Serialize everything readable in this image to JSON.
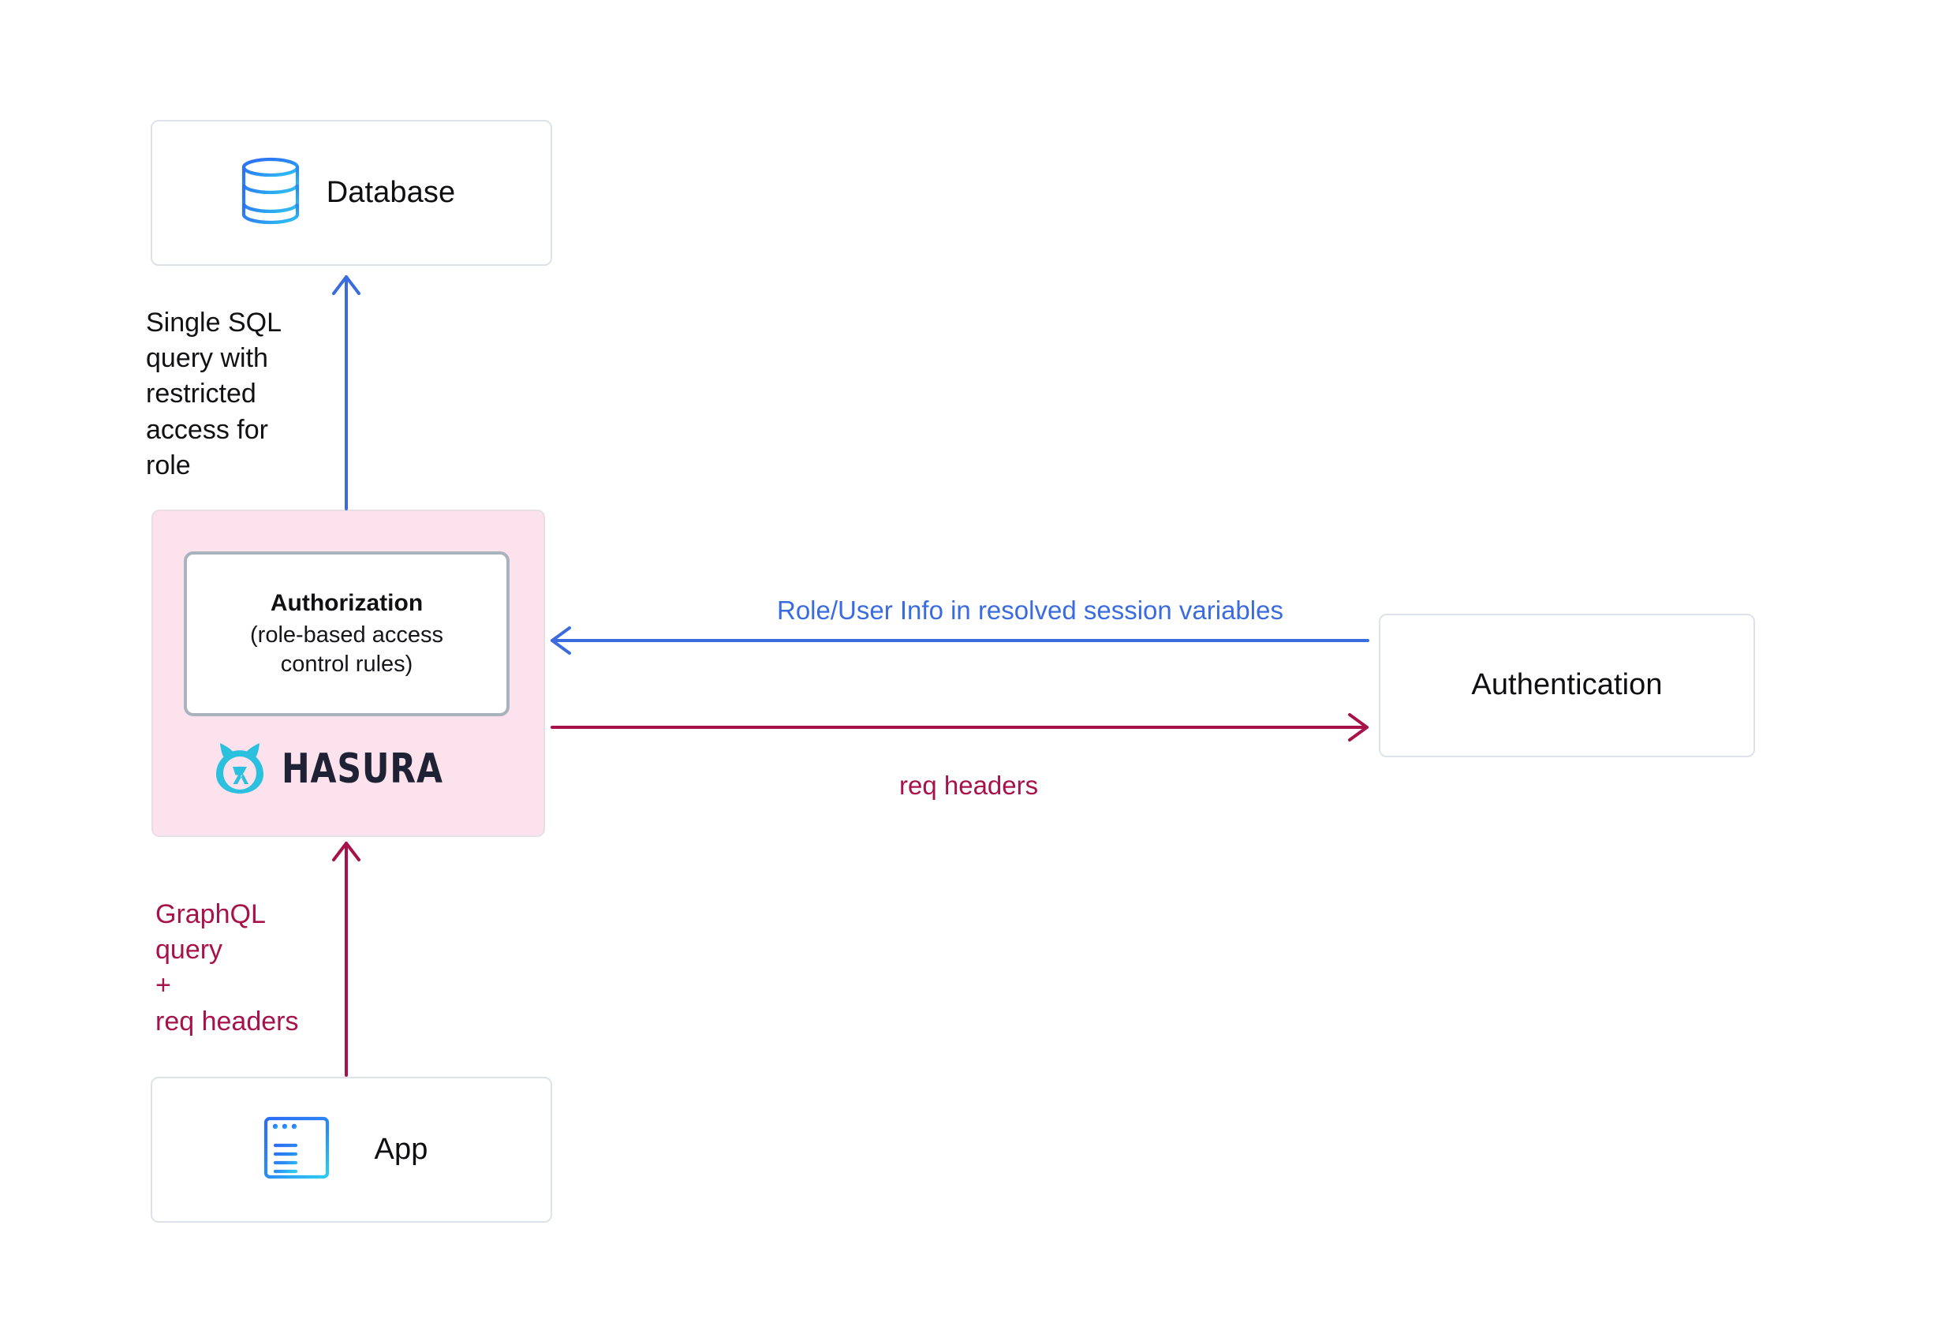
{
  "diagram": {
    "title": "Hasura authorization / authentication flow",
    "nodes": {
      "database": {
        "label": "Database",
        "icon": "database-cylinder-icon"
      },
      "hasura": {
        "brand": "HASURA",
        "logo_icon": "hasura-lambda-cat-icon",
        "authorization_title": "Authorization",
        "authorization_subtitle_line1": "(role-based access",
        "authorization_subtitle_line2": "control rules)"
      },
      "authentication": {
        "label": "Authentication"
      },
      "app": {
        "label": "App",
        "icon": "browser-window-icon"
      }
    },
    "connectors": {
      "db_query": {
        "label": "Single SQL\nquery with\nrestricted\naccess for\nrole",
        "color": "#3a6ce0",
        "direction": "hasura-to-database"
      },
      "session_variables": {
        "label": "Role/User Info in resolved session variables",
        "color": "#3a6ce0",
        "direction": "authentication-to-hasura"
      },
      "req_headers_out": {
        "label": "req headers",
        "color": "#a8124b",
        "direction": "hasura-to-authentication"
      },
      "app_query": {
        "label": "GraphQL\nquery\n+\nreq headers",
        "color": "#a8124b",
        "direction": "app-to-hasura"
      }
    },
    "colors": {
      "blue": "#3a6ce0",
      "crimson": "#a8124b",
      "hasura_pink": "#fce2ed",
      "hasura_cyan": "#2bc0dd",
      "hasura_navy": "#1f2235",
      "box_border": "#dde3e9",
      "card_border": "#a8b3bd",
      "icon_blue": "#2e7df5",
      "icon_cyan": "#29c2f0"
    }
  }
}
